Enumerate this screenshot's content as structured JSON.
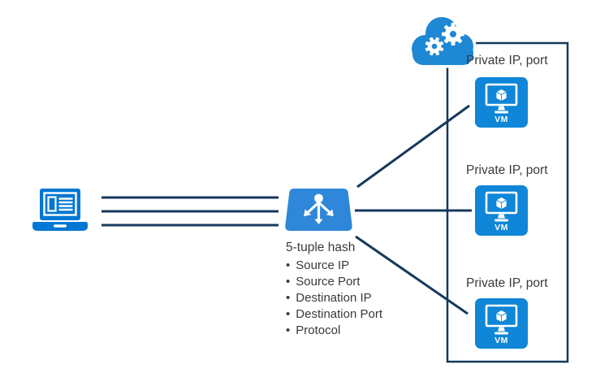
{
  "diagram": {
    "description": "Load balancer 5-tuple hash distribution diagram"
  },
  "client": {
    "icon": "laptop-icon"
  },
  "load_balancer": {
    "icon": "load-balancer-icon",
    "title": "5-tuple hash",
    "bullets": [
      "Source IP",
      "Source Port",
      "Destination IP",
      "Destination Port",
      "Protocol"
    ]
  },
  "cloud": {
    "icon": "cloud-gears-icon"
  },
  "backend": {
    "vms": [
      {
        "label": "Private IP, port",
        "vm_text": "VM"
      },
      {
        "label": "Private IP, port",
        "vm_text": "VM"
      },
      {
        "label": "Private IP, port",
        "vm_text": "VM"
      }
    ]
  },
  "colors": {
    "laptop_blue": "#0077d4",
    "load_balancer_blue": "#2e87d8",
    "cloud_blue": "#1e88d4",
    "vm_blue": "#0f86d7",
    "connector_navy": "#16395c",
    "text_gray": "#3a3a3a",
    "background": "#ffffff"
  }
}
